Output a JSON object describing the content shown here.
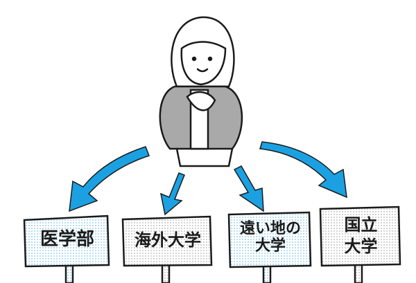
{
  "signs": [
    {
      "label": "医学部",
      "color": "#cfe9f7"
    },
    {
      "label": "海外大学",
      "color": "#e6e6e6"
    },
    {
      "label": "遠い地の大学",
      "line1": "遠い地の",
      "line2": "大学",
      "color": "#cfe9f7"
    },
    {
      "label": "国立大学",
      "line1": "国立",
      "line2": "大学",
      "color": "#e6e6e6"
    }
  ],
  "colors": {
    "arrow": "#1ba1e2",
    "jacket": "#a9a9a9",
    "outline": "#1a1a1a"
  }
}
